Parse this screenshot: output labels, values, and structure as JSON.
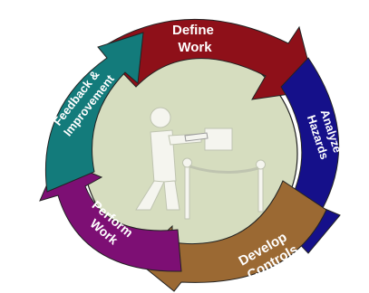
{
  "colors": {
    "background": "#ffffff",
    "center_circle": "#d6ddbf",
    "define_work": "#8e1019",
    "analyze_hazards": "#15108a",
    "develop_controls": "#9b6933",
    "perform_work": "#7d0f74",
    "feedback_improvement": "#137b7b",
    "figure": "#f5f5ef"
  },
  "cycle": {
    "define_work": [
      "Define",
      "Work"
    ],
    "analyze_hazards": [
      "Analyze",
      "Hazards"
    ],
    "develop_controls": [
      "Develop",
      "Controls"
    ],
    "perform_work": [
      "Perform",
      "Work"
    ],
    "feedback_improvement": [
      "Feedback &",
      "Improvement"
    ]
  },
  "center_icon": "worker-barricade-icon"
}
